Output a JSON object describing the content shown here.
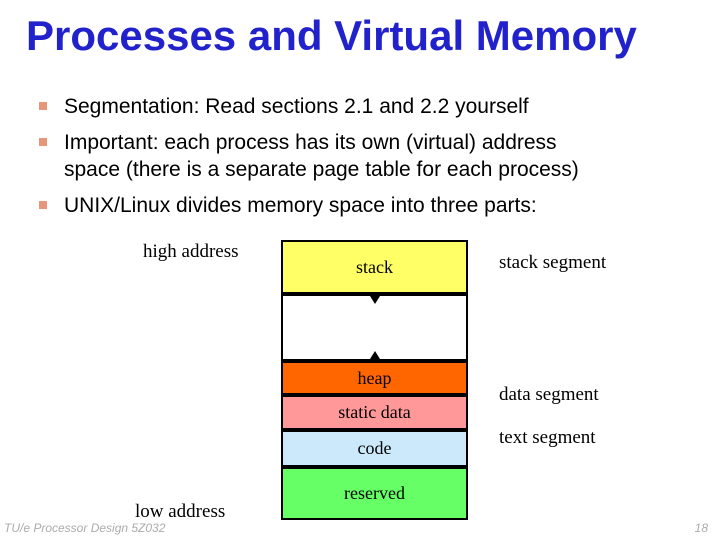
{
  "slide": {
    "title": "Processes and Virtual Memory",
    "bullets": [
      {
        "text": "Segmentation: Read sections 2.1 and 2.2 yourself"
      },
      {
        "text": "Important: each process has its own (virtual) address\nspace (there is a separate page table for each process)"
      },
      {
        "text": "UNIX/Linux divides memory space into three parts:"
      }
    ],
    "footer": {
      "left": "TU/e Processor Design 5Z032",
      "page": "18"
    }
  },
  "diagram": {
    "address_labels": {
      "high": "high address",
      "low": "low address"
    },
    "segments": [
      {
        "label": "stack",
        "color": "#FFFF66"
      },
      {
        "label": "",
        "color": "#FFFFFF"
      },
      {
        "label": "heap",
        "color": "#FF6600"
      },
      {
        "label": "static data",
        "color": "#FF9999"
      },
      {
        "label": "code",
        "color": "#CCE9FC"
      },
      {
        "label": "reserved",
        "color": "#66FF66"
      }
    ],
    "side_labels": [
      {
        "text": "stack segment"
      },
      {
        "text": "data segment"
      },
      {
        "text": "text segment"
      }
    ],
    "icons": {
      "stack_growth": "arrow-down",
      "heap_growth": "arrow-up"
    }
  },
  "colors": {
    "title": "#2222CC",
    "bullet_marker": "#E8967A",
    "footer_text": "#ABABAB",
    "box_border": "#000000"
  }
}
